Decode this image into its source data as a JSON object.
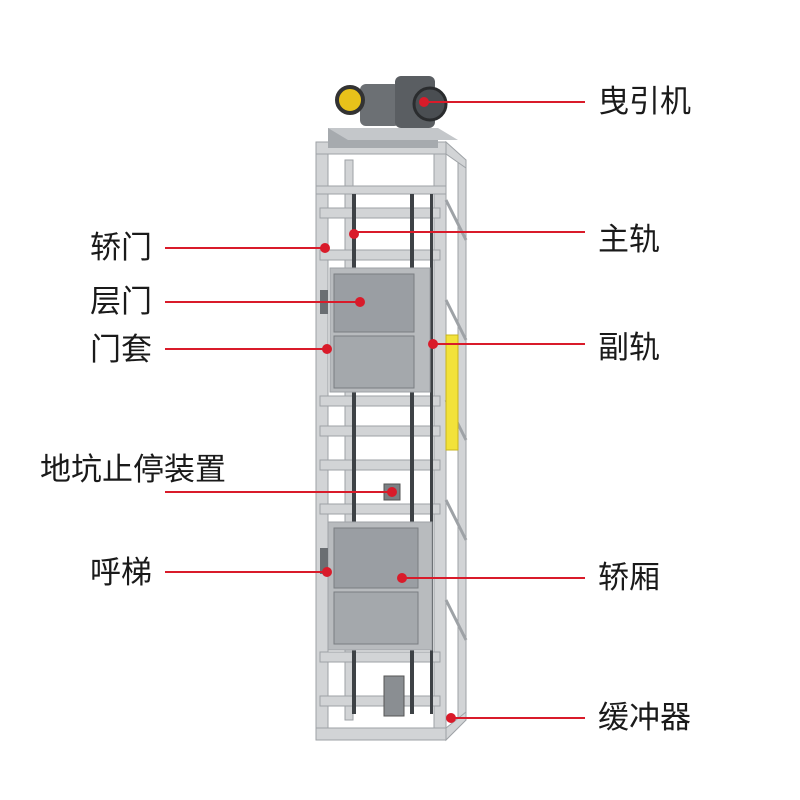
{
  "theme": {
    "leader_color": "#d91b2a",
    "frame_color": "#d2d4d6",
    "frame_edge": "#9ea2a6",
    "car_color": "#9a9ea3",
    "motor_color": "#6c7074",
    "pulley_color": "#e8c21a",
    "rail_color": "#3e4246",
    "accent_yellow": "#f2e23a"
  },
  "labels": {
    "traction_machine": "曳引机",
    "main_rail": "主轨",
    "car_door": "轿门",
    "landing_door": "层门",
    "door_frame": "门套",
    "aux_rail": "副轨",
    "pit_stop_device": "地坑止停装置",
    "call_button": "呼梯",
    "car": "轿厢",
    "buffer": "缓冲器"
  }
}
